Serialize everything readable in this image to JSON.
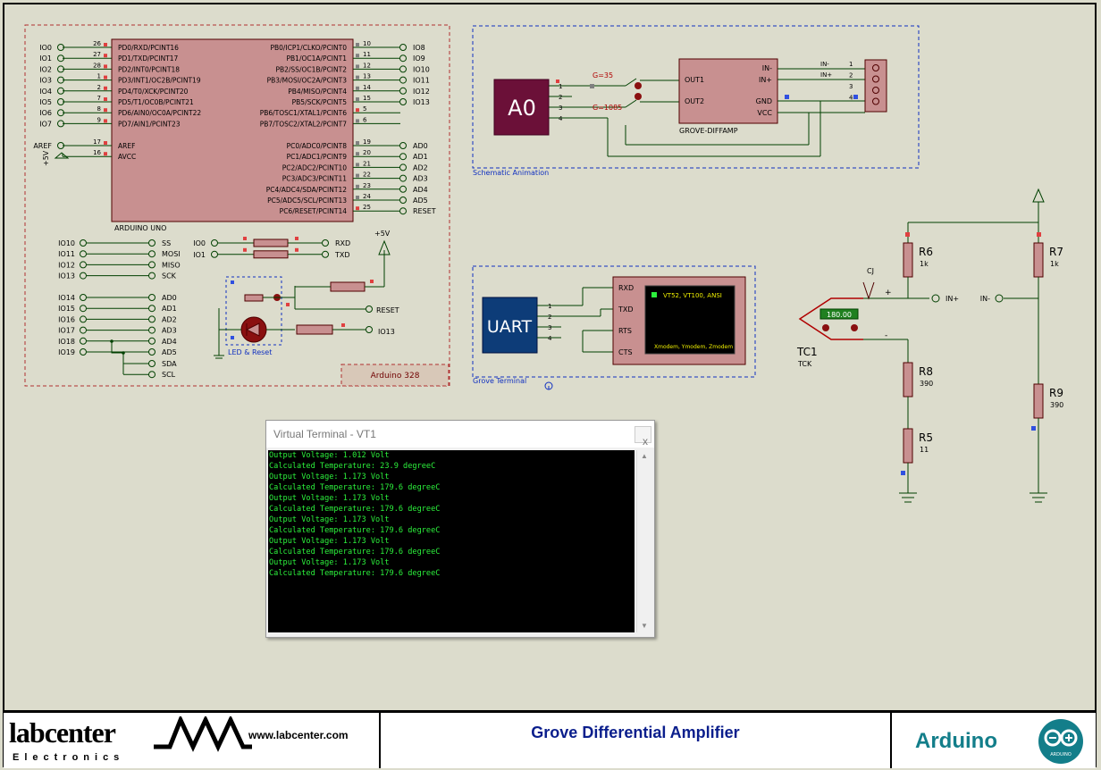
{
  "arduino": {
    "part_name": "ARDUINO UNO",
    "board_label": "Arduino 328",
    "left_pins": [
      {
        "net": "IO0",
        "num": "26",
        "label": "PD0/RXD/PCINT16"
      },
      {
        "net": "IO1",
        "num": "27",
        "label": "PD1/TXD/PCINT17"
      },
      {
        "net": "IO2",
        "num": "28",
        "label": "PD2/INT0/PCINT18"
      },
      {
        "net": "IO3",
        "num": "1",
        "label": "PD3/INT1/OC2B/PCINT19"
      },
      {
        "net": "IO4",
        "num": "2",
        "label": "PD4/T0/XCK/PCINT20"
      },
      {
        "net": "IO5",
        "num": "7",
        "label": "PD5/T1/OC0B/PCINT21"
      },
      {
        "net": "IO6",
        "num": "8",
        "label": "PD6/AIN0/OC0A/PCINT22"
      },
      {
        "net": "IO7",
        "num": "9",
        "label": "PD7/AIN1/PCINT23"
      }
    ],
    "aref_pins": [
      {
        "net": "AREF",
        "num": "17",
        "label": "AREF"
      },
      {
        "net": "",
        "num": "16",
        "label": "AVCC"
      }
    ],
    "avcc_rail": "+5V",
    "right_top_pins": [
      {
        "net": "IO8",
        "num": "10",
        "label": "PB0/ICP1/CLKO/PCINT0"
      },
      {
        "net": "IO9",
        "num": "11",
        "label": "PB1/OC1A/PCINT1"
      },
      {
        "net": "IO10",
        "num": "12",
        "label": "PB2/SS/OC1B/PCINT2"
      },
      {
        "net": "IO11",
        "num": "13",
        "label": "PB3/MOSI/OC2A/PCINT3"
      },
      {
        "net": "IO12",
        "num": "14",
        "label": "PB4/MISO/PCINT4"
      },
      {
        "net": "IO13",
        "num": "15",
        "label": "PB5/SCK/PCINT5"
      },
      {
        "net": "",
        "num": "5",
        "label": "PB6/TOSC1/XTAL1/PCINT6"
      },
      {
        "net": "",
        "num": "6",
        "label": "PB7/TOSC2/XTAL2/PCINT7"
      }
    ],
    "right_bottom_pins": [
      {
        "net": "AD0",
        "num": "19",
        "label": "PC0/ADC0/PCINT8"
      },
      {
        "net": "AD1",
        "num": "20",
        "label": "PC1/ADC1/PCINT9"
      },
      {
        "net": "AD2",
        "num": "21",
        "label": "PC2/ADC2/PCINT10"
      },
      {
        "net": "AD3",
        "num": "22",
        "label": "PC3/ADC3/PCINT11"
      },
      {
        "net": "AD4",
        "num": "23",
        "label": "PC4/ADC4/SDA/PCINT12"
      },
      {
        "net": "AD5",
        "num": "24",
        "label": "PC5/ADC5/SCL/PCINT13"
      },
      {
        "net": "RESET",
        "num": "25",
        "label": "PC6/RESET/PCINT14"
      }
    ],
    "spi_map": [
      [
        "IO10",
        "SS"
      ],
      [
        "IO11",
        "MOSI"
      ],
      [
        "IO12",
        "MISO"
      ],
      [
        "IO13",
        "SCK"
      ]
    ],
    "serial_map": [
      [
        "IO0",
        "RXD"
      ],
      [
        "IO1",
        "TXD"
      ]
    ],
    "analog_map": [
      [
        "IO14",
        "AD0"
      ],
      [
        "IO15",
        "AD1"
      ],
      [
        "IO16",
        "AD2"
      ],
      [
        "IO17",
        "AD3"
      ],
      [
        "IO18",
        "AD4"
      ],
      [
        "IO19",
        "AD5"
      ]
    ],
    "i2c_labels": [
      "SDA",
      "SCL"
    ],
    "led_reset_label": "LED & Reset",
    "reset_net": "RESET",
    "io13_net": "IO13",
    "rail": "+5V"
  },
  "grove_diffamp": {
    "box_label": "Schematic Animation",
    "a0_label": "A0",
    "pins": [
      "1",
      "2",
      "3",
      "4"
    ],
    "g1": "G=35",
    "g2": "G=1085",
    "out1": "OUT1",
    "out2": "OUT2",
    "in_minus": "IN-",
    "in_plus": "IN+",
    "gnd": "GND",
    "vcc": "VCC",
    "part_name": "GROVE-DIFFAMP",
    "conn_nets": [
      "IN-",
      "IN+"
    ],
    "conn_pins": [
      "1",
      "2",
      "3",
      "4"
    ]
  },
  "grove_terminal": {
    "box_label": "Grove Terminal",
    "uart_label": "UART",
    "pins": [
      "1",
      "2",
      "3",
      "4"
    ],
    "signals": [
      "RXD",
      "TXD",
      "RTS",
      "CTS"
    ],
    "screen_title": "VT52, VT100, ANSI",
    "screen_footer": "Xmodem, Ymodem, Zmodem"
  },
  "thermocouple": {
    "ref": "TC1",
    "type": "TCK",
    "cj": "CJ",
    "reading": "180.00",
    "plus": "+",
    "minus": "-",
    "net_plus": "IN+",
    "net_minus": "IN-",
    "resistors": [
      {
        "ref": "R6",
        "value": "1k"
      },
      {
        "ref": "R7",
        "value": "1k"
      },
      {
        "ref": "R8",
        "value": "390"
      },
      {
        "ref": "R9",
        "value": "390"
      },
      {
        "ref": "R5",
        "value": "11"
      }
    ]
  },
  "virtual_terminal": {
    "title": "Virtual Terminal - VT1",
    "close": "x",
    "lines": [
      "Output Voltage: 1.012 Volt",
      "Calculated Temperature: 23.9 degreeC",
      "Output Voltage: 1.173 Volt",
      "Calculated Temperature: 179.6 degreeC",
      "Output Voltage: 1.173 Volt",
      "Calculated Temperature: 179.6 degreeC",
      "Output Voltage: 1.173 Volt",
      "Calculated Temperature: 179.6 degreeC",
      "Output Voltage: 1.173 Volt",
      "Calculated Temperature: 179.6 degreeC",
      "Output Voltage: 1.173 Volt",
      "Calculated Temperature: 179.6 degreeC"
    ]
  },
  "title_block": {
    "company": "labcenter",
    "company_sub": "Electronics",
    "url": "www.labcenter.com",
    "project": "Grove Differential Amplifier",
    "brand": "Arduino",
    "logo_text": "ARDUINO"
  },
  "colors": {
    "wire": "#004000",
    "body": "#c89090",
    "outline": "#500000",
    "a0_box": "#6b1038",
    "uart_box": "#0d3c78",
    "terminal_text": "#2cf03c",
    "brand": "#137e8a",
    "title": "#0a1e8c"
  }
}
